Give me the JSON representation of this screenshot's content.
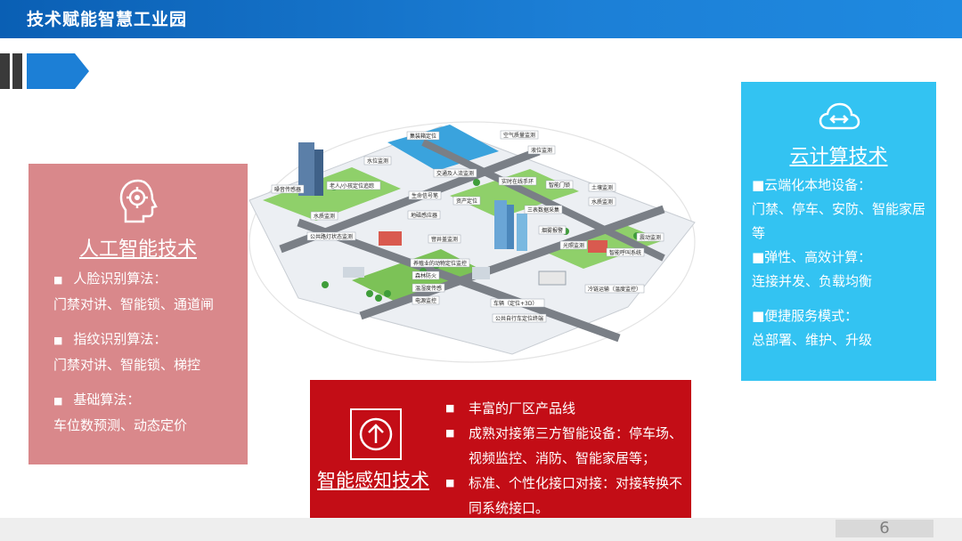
{
  "header": {
    "title": "技术赋能智慧工业园"
  },
  "colors": {
    "header_blue": "#1c7fd6",
    "ai_panel": "#d9888b",
    "cloud_panel": "#33c3f2",
    "sense_panel": "#c30d16"
  },
  "page_number": "6",
  "ai_panel": {
    "icon": "brain-gear-icon",
    "title": "人工智能技术",
    "items": [
      {
        "head": "人脸识别算法：",
        "desc": "门禁对讲、智能锁、通道闸"
      },
      {
        "head": "指纹识别算法：",
        "desc": "门禁对讲、智能锁、梯控"
      },
      {
        "head": "基础算法：",
        "desc": "车位数预测、动态定价"
      }
    ]
  },
  "cloud_panel": {
    "icon": "cloud-icon",
    "title": "云计算技术",
    "items": [
      {
        "head": "■云端化本地设备：",
        "desc": "门禁、停车、安防、智能家居等"
      },
      {
        "head": "■弹性、高效计算：",
        "desc": "连接并发、负载均衡"
      },
      {
        "head": "■便捷服务模式：",
        "desc": "总部署、维护、升级"
      }
    ]
  },
  "sense_panel": {
    "icon": "upload-arrow-icon",
    "title": "智能感知技术",
    "items": [
      "丰富的厂区产品线",
      "成熟对接第三方智能设备：停车场、视频监控、消防、智能家居等；",
      "标准、个性化接口对接：对接转换不同系统接口。"
    ]
  },
  "map": {
    "labels": [
      "集装箱定位",
      "空气质量监测",
      "液位监测",
      "水位监测",
      "噪音传感器",
      "老人/小孩定位追踪",
      "交通及人流监测",
      "实时在线手环",
      "智能门锁",
      "土壤监测",
      "生命信号笔",
      "资产定位",
      "水质监测",
      "三表数据采集",
      "水质监测",
      "地磁感应器",
      "公共路灯状态监测",
      "烟雾报警",
      "窨井盖监测",
      "震动监测",
      "光照监测",
      "智能呼叫系统",
      "养殖业的动物定位监控",
      "森林防火",
      "温湿度传感",
      "电源监控",
      "冷链运输（温度监控）",
      "车辆（定位+3D）",
      "公共自行车定位终端"
    ]
  }
}
